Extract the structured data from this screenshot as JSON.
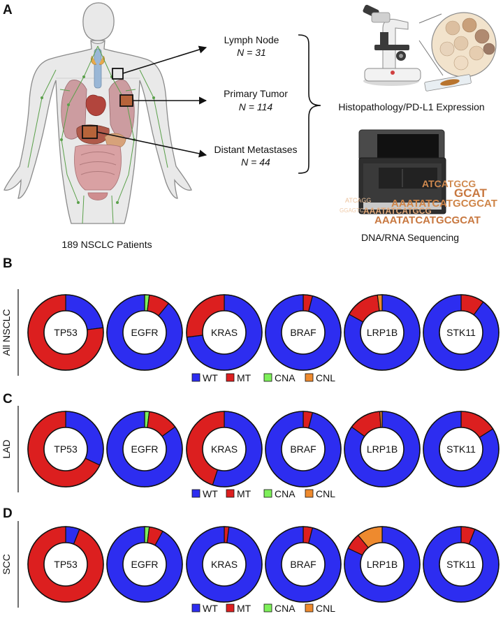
{
  "panel_a": {
    "label": "A",
    "patients_caption": "189 NSCLC Patients",
    "sites": [
      {
        "name": "Lymph Node",
        "n": "N = 31"
      },
      {
        "name": "Primary Tumor",
        "n": "N = 114"
      },
      {
        "name": "Distant Metastases",
        "n": "N = 44"
      }
    ],
    "histo_caption": "Histopathology/PD-L1 Expression",
    "seq_caption": "DNA/RNA Sequencing",
    "seq_text_lines": [
      "GCAT",
      "ATCATGCG",
      "AAATATCATGCGCAT",
      "AAATATCATGCG",
      "AAATATCATGCGCAT"
    ]
  },
  "legend": {
    "items": [
      {
        "key": "WT",
        "label": "WT",
        "color": "#2d2df0"
      },
      {
        "key": "MT",
        "label": "MT",
        "color": "#dc1f1f"
      },
      {
        "key": "CNA",
        "label": "CNA",
        "color": "#7ef05a"
      },
      {
        "key": "CNL",
        "label": "CNL",
        "color": "#ee8a2e"
      }
    ]
  },
  "chart_data": [
    {
      "type": "pie",
      "panel": "B",
      "row_label": "All NSCLC",
      "donuts": [
        {
          "gene": "TP53",
          "slices": [
            {
              "key": "WT",
              "value": 0.23
            },
            {
              "key": "MT",
              "value": 0.77
            }
          ]
        },
        {
          "gene": "EGFR",
          "slices": [
            {
              "key": "CNA",
              "value": 0.02
            },
            {
              "key": "MT",
              "value": 0.09
            },
            {
              "key": "WT",
              "value": 0.89
            }
          ]
        },
        {
          "gene": "KRAS",
          "slices": [
            {
              "key": "WT",
              "value": 0.73
            },
            {
              "key": "MT",
              "value": 0.27
            }
          ]
        },
        {
          "gene": "BRAF",
          "slices": [
            {
              "key": "MT",
              "value": 0.04
            },
            {
              "key": "WT",
              "value": 0.96
            }
          ]
        },
        {
          "gene": "LRP1B",
          "slices": [
            {
              "key": "WT",
              "value": 0.83
            },
            {
              "key": "MT",
              "value": 0.15
            },
            {
              "key": "CNL",
              "value": 0.02
            }
          ]
        },
        {
          "gene": "STK11",
          "slices": [
            {
              "key": "MT",
              "value": 0.1
            },
            {
              "key": "WT",
              "value": 0.9
            }
          ]
        }
      ]
    },
    {
      "type": "pie",
      "panel": "C",
      "row_label": "LAD",
      "donuts": [
        {
          "gene": "TP53",
          "slices": [
            {
              "key": "WT",
              "value": 0.32
            },
            {
              "key": "MT",
              "value": 0.68
            }
          ]
        },
        {
          "gene": "EGFR",
          "slices": [
            {
              "key": "CNA",
              "value": 0.02
            },
            {
              "key": "MT",
              "value": 0.13
            },
            {
              "key": "WT",
              "value": 0.85
            }
          ]
        },
        {
          "gene": "KRAS",
          "slices": [
            {
              "key": "WT",
              "value": 0.55
            },
            {
              "key": "MT",
              "value": 0.45
            }
          ]
        },
        {
          "gene": "BRAF",
          "slices": [
            {
              "key": "MT",
              "value": 0.04
            },
            {
              "key": "WT",
              "value": 0.96
            }
          ]
        },
        {
          "gene": "LRP1B",
          "slices": [
            {
              "key": "WT",
              "value": 0.85
            },
            {
              "key": "MT",
              "value": 0.14
            },
            {
              "key": "CNL",
              "value": 0.01
            }
          ]
        },
        {
          "gene": "STK11",
          "slices": [
            {
              "key": "MT",
              "value": 0.16
            },
            {
              "key": "WT",
              "value": 0.84
            }
          ]
        }
      ]
    },
    {
      "type": "pie",
      "panel": "D",
      "row_label": "SCC",
      "donuts": [
        {
          "gene": "TP53",
          "slices": [
            {
              "key": "WT",
              "value": 0.06
            },
            {
              "key": "MT",
              "value": 0.94
            }
          ]
        },
        {
          "gene": "EGFR",
          "slices": [
            {
              "key": "CNA",
              "value": 0.02
            },
            {
              "key": "MT",
              "value": 0.06
            },
            {
              "key": "WT",
              "value": 0.92
            }
          ]
        },
        {
          "gene": "KRAS",
          "slices": [
            {
              "key": "MT",
              "value": 0.02
            },
            {
              "key": "WT",
              "value": 0.98
            }
          ]
        },
        {
          "gene": "BRAF",
          "slices": [
            {
              "key": "MT",
              "value": 0.04
            },
            {
              "key": "WT",
              "value": 0.96
            }
          ]
        },
        {
          "gene": "LRP1B",
          "slices": [
            {
              "key": "WT",
              "value": 0.82
            },
            {
              "key": "MT",
              "value": 0.07
            },
            {
              "key": "CNL",
              "value": 0.11
            }
          ]
        },
        {
          "gene": "STK11",
          "slices": [
            {
              "key": "MT",
              "value": 0.06
            },
            {
              "key": "WT",
              "value": 0.94
            }
          ]
        }
      ]
    }
  ]
}
